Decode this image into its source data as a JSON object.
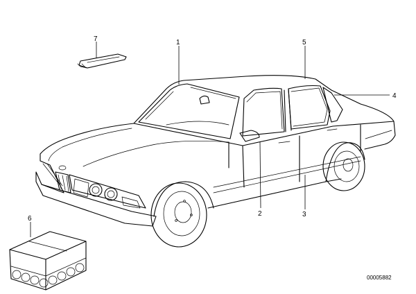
{
  "diagram": {
    "callouts": [
      "1",
      "2",
      "3",
      "4",
      "5",
      "6",
      "7"
    ],
    "reference_code": "00005882"
  }
}
